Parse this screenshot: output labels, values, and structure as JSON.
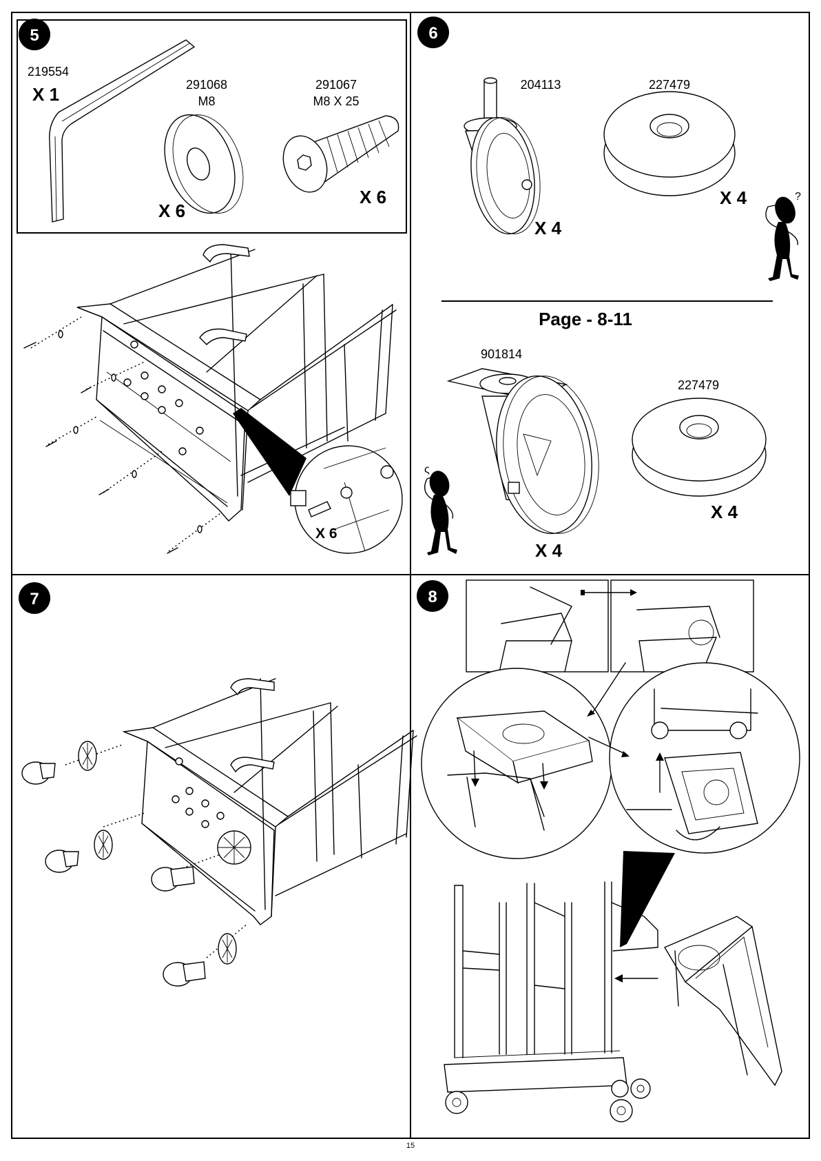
{
  "page_number": "15",
  "steps": [
    {
      "number": "5",
      "parts": [
        {
          "part_no": "219554",
          "name": "",
          "qty": "X 1",
          "icon": "hex-key-icon"
        },
        {
          "part_no": "291068",
          "name": "M8",
          "qty": "X 6",
          "icon": "washer-icon"
        },
        {
          "part_no": "291067",
          "name": "M8 X 25",
          "qty": "X 6",
          "icon": "bolt-icon"
        }
      ],
      "detail_qty": "X 6"
    },
    {
      "number": "6",
      "parts_top": [
        {
          "part_no": "204113",
          "qty": "X 4",
          "icon": "caster-stem-icon"
        },
        {
          "part_no": "227479",
          "qty": "X 4",
          "icon": "bumper-wheel-icon"
        }
      ],
      "divider_label": "Page - 8-11",
      "parts_bottom": [
        {
          "part_no": "901814",
          "qty": "X 4",
          "icon": "caster-plate-icon"
        },
        {
          "part_no": "227479",
          "qty": "X 4",
          "icon": "bumper-wheel-icon"
        }
      ]
    },
    {
      "number": "7"
    },
    {
      "number": "8"
    }
  ]
}
